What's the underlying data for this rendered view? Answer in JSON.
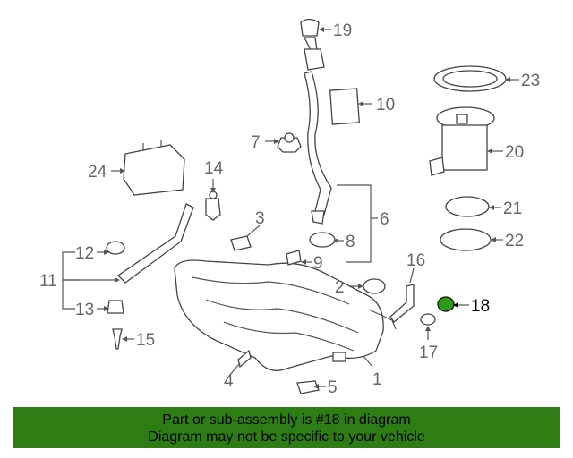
{
  "callouts": {
    "c1": "1",
    "c2": "2",
    "c3": "3",
    "c4": "4",
    "c5": "5",
    "c6": "6",
    "c7": "7",
    "c8": "8",
    "c9": "9",
    "c10": "10",
    "c11": "11",
    "c12": "12",
    "c13": "13",
    "c14": "14",
    "c15": "15",
    "c16": "16",
    "c17": "17",
    "c18": "18",
    "c19": "19",
    "c20": "20",
    "c21": "21",
    "c22": "22",
    "c23": "23",
    "c24": "24"
  },
  "highlight": {
    "part": "18",
    "color": "#2e9a1a"
  },
  "banner": {
    "line1": "Part or sub-assembly is #18 in diagram",
    "line2": "Diagram may not be specific to your vehicle",
    "background": "#2e7d14"
  }
}
